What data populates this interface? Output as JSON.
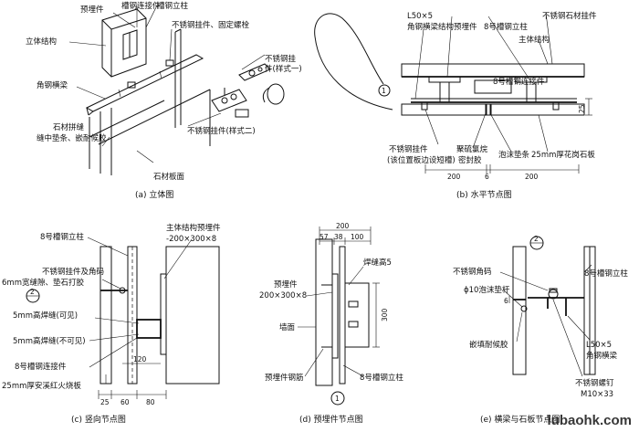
{
  "panel_a": {
    "caption": "(a) 立体图",
    "labels": {
      "embedded": "预埋件",
      "channel_connector": "槽钢连接件",
      "channel_post": "槽钢立柱",
      "main_structure": "立体结构",
      "angle_beam": "角钢横梁",
      "ss_hanger_bolt": "不锈钢挂件、固定螺栓",
      "ss_hanger_1": "不锈钢挂",
      "ss_hanger_1b": "件(样式一)",
      "joint_1": "石材拼缝",
      "joint_2": "缝中垫条、嵌耐候胶",
      "ss_hanger_2": "不锈钢挂件(样式二)",
      "stone_face": "石材板面"
    }
  },
  "panel_b": {
    "caption": "(b) 水平节点图",
    "labels": {
      "angle_beam_1": "L50×5",
      "angle_beam_2": "角钢横梁",
      "embedded": "结构预埋件",
      "post": "8号槽钢立柱",
      "ss_stone_hanger": "不锈钢石材挂件",
      "main_structure": "主体结构",
      "channel_connector": "8号槽钢连接件",
      "ss_hanger_1": "不锈钢挂件",
      "ss_hanger_2": "(该位置板边设短槽)",
      "sealant_1": "聚硫氯烷",
      "sealant_2": "密封胶",
      "foam": "泡沫垫条",
      "granite": "25mm厚花岗石板",
      "marker": "1",
      "dims": [
        "200",
        "6",
        "200"
      ],
      "dim_v": "25"
    }
  },
  "panel_c": {
    "caption": "(c) 竖向节点图",
    "labels": {
      "post": "8号槽钢立柱",
      "embedded_1": "主体结构预埋件",
      "embedded_2": "-200×300×8",
      "ss_angle_1": "不锈钢挂件及角码",
      "ss_angle_2": "6mm宽缝隙、垫石打胶",
      "weld_visible": "5mm高焊缝(可见)",
      "weld_hidden": "5mm高焊缝(不可见)",
      "channel_connector": "8号槽钢连接件",
      "granite": "25mm厚安溪红火烧板",
      "marker": "2",
      "dim_120": "120",
      "dims": [
        "25",
        "60",
        "80"
      ]
    }
  },
  "panel_d": {
    "caption": "(d) 预埋件节点图",
    "labels": {
      "dim_total": "200",
      "dims_top": [
        "57",
        "38",
        "100"
      ],
      "weld": "焊缝高5",
      "embedded_1": "预埋件",
      "embedded_2": "200×300×8",
      "wall": "墙面",
      "rebar": "预埋件钢筋",
      "post": "8号槽钢立柱",
      "dim_300": "300",
      "marker": "1"
    }
  },
  "panel_e": {
    "caption": "(e) 横梁与石板节点图",
    "labels": {
      "marker": "2",
      "ss_angle": "不锈钢角码",
      "foam": "ϕ10泡沫垫杆",
      "post": "8号槽钢立柱",
      "sealant": "嵌填耐候胶",
      "beam_1": "L50×5",
      "beam_2": "角钢横梁",
      "bolt_1": "不锈钢螺钉",
      "bolt_2": "M10×33",
      "dim_6": "6"
    }
  },
  "watermark": "lubaohk.com"
}
